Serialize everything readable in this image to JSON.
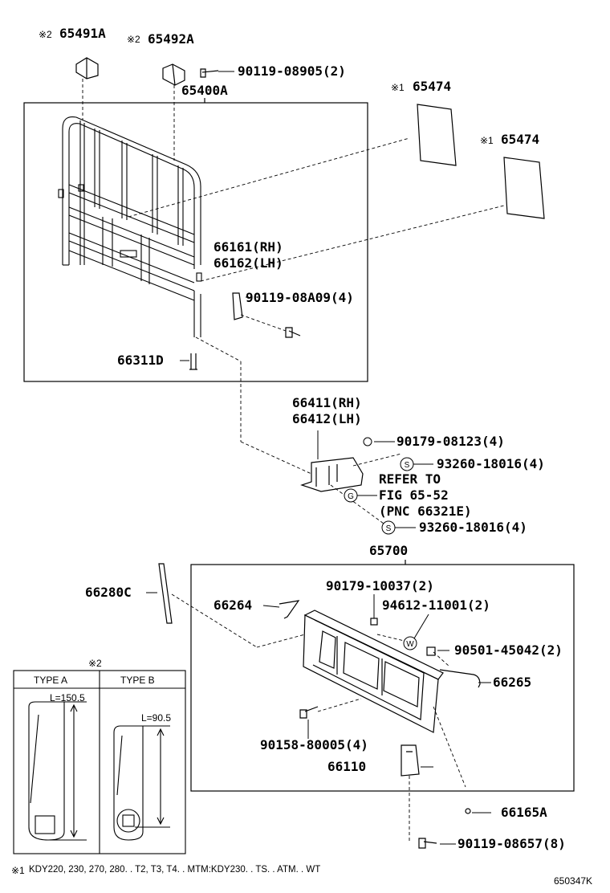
{
  "parts": {
    "p65491a": "65491A",
    "p65492a": "65492A",
    "p90119_08905": "90119-08905(2)",
    "p65400a": "65400A",
    "p65474_a": "65474",
    "p65474_b": "65474",
    "p66161": "66161(RH)",
    "p66162": "66162(LH)",
    "p90119_08a09": "90119-08A09(4)",
    "p66311d": "66311D",
    "p66411": "66411(RH)",
    "p66412": "66412(LH)",
    "p90179_08123": "90179-08123(4)",
    "p93260_18016_a": "93260-18016(4)",
    "refer1": "REFER TO",
    "refer2": "FIG 65-52",
    "refer3": "(PNC 66321E)",
    "p93260_18016_b": "93260-18016(4)",
    "p65700": "65700",
    "p66280c": "66280C",
    "p90179_10037": "90179-10037(2)",
    "p66264": "66264",
    "p94612_11001": "94612-11001(2)",
    "p90501_45042": "90501-45042(2)",
    "p66265": "66265",
    "p90158_80005": "90158-80005(4)",
    "p66110": "66110",
    "p66165a": "66165A",
    "p90119_08657": "90119-08657(8)"
  },
  "marks": {
    "note1": "※1",
    "note2": "※2"
  },
  "circle_marks": {
    "s": "S",
    "g": "G",
    "w": "W"
  },
  "types_table": {
    "type_a": "TYPE A",
    "type_b": "TYPE B",
    "dim_a": "L=150.5",
    "dim_b": "L=90.5"
  },
  "footnote": "KDY220, 230, 270, 280. . T2, T3, T4. . MTM:KDY230. . TS. . ATM. . WT",
  "diagram_code": "650347K"
}
